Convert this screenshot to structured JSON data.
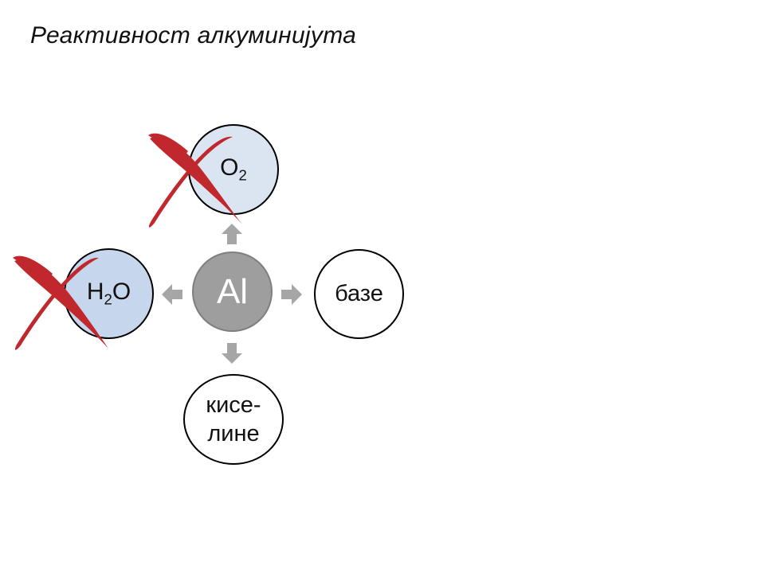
{
  "title": "Реактивност алкуминијута",
  "center": {
    "label": "Al"
  },
  "top": {
    "main": "O",
    "sub": "2",
    "crossed": true
  },
  "left": {
    "main_a": "H",
    "sub": "2",
    "main_b": "O",
    "crossed": true
  },
  "right": {
    "label": "базе"
  },
  "bottom": {
    "line1": "кисе-",
    "line2": "лине"
  },
  "colors": {
    "center_fill": "#9e9e9e",
    "o2_fill": "#dbe4f1",
    "h2o_fill": "#c6d6ec",
    "arrow": "#a6a6a6",
    "cross": "#c0282d"
  }
}
